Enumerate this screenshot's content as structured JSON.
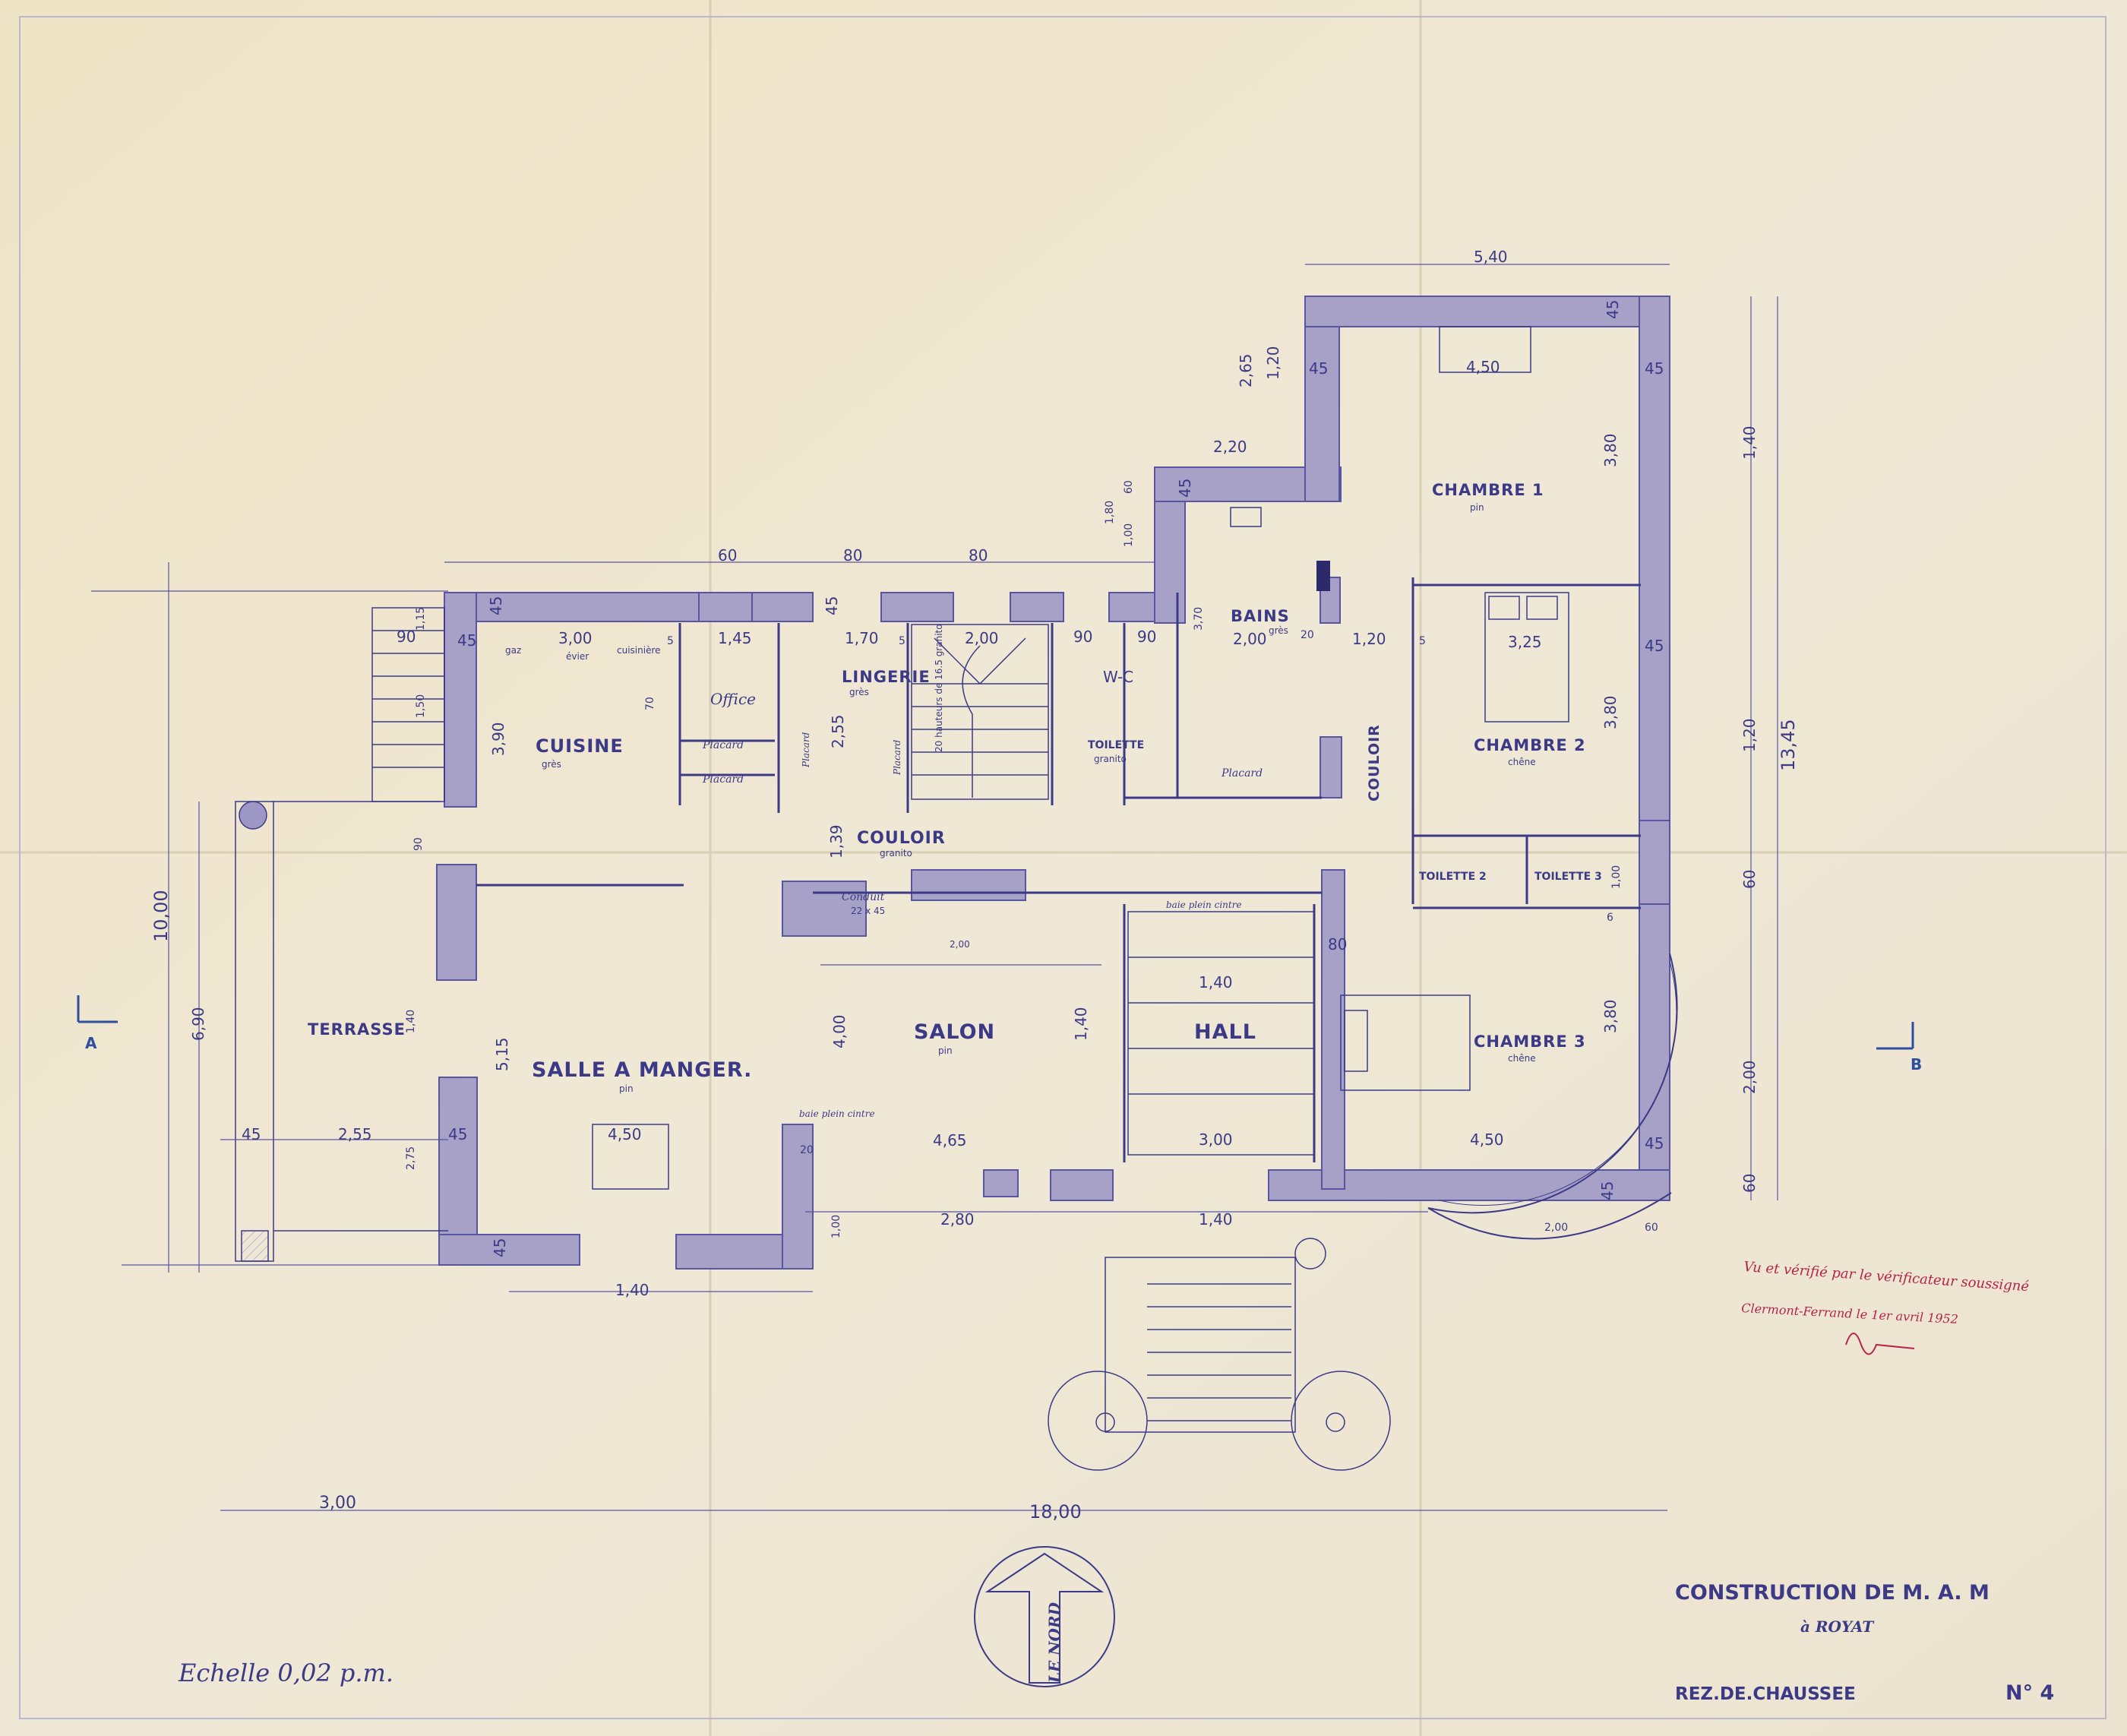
{
  "rooms": {
    "cuisine": "CUISINE",
    "cuisine_floor": "grès",
    "office": "Office",
    "placard_1": "Placard",
    "placard_2": "Placard",
    "placard_v1": "Placard",
    "placard_v2": "Placard",
    "lingerie": "LINGERIE",
    "lingerie_floor": "grès",
    "wc": "W-C",
    "toilette": "TOILETTE",
    "toilette_floor": "granito",
    "bains": "BAINS",
    "bains_floor": "grès",
    "bains_placard": "Placard",
    "chambre_1": "CHAMBRE 1",
    "chambre_1_floor": "pin",
    "chambre_2": "CHAMBRE 2",
    "chambre_2_floor": "chêne",
    "chambre_3": "CHAMBRE 3",
    "chambre_3_floor": "chêne",
    "toilette_2": "TOILETTE 2",
    "toilette_3": "TOILETTE 3",
    "couloir_main": "COULOIR",
    "couloir_main_floor": "granito",
    "couloir_vertical": "COULOIR",
    "salon": "SALON",
    "salon_floor": "pin",
    "hall": "HALL",
    "salle_a_manger": "SALLE A MANGER.",
    "salle_floor": "pin",
    "terrasse": "TERRASSE",
    "conduit": "Conduit",
    "conduit_size": "22 x 45",
    "baie_1": "baie plein cintre",
    "baie_2": "baie plein cintre",
    "kitchen_gaz": "gaz",
    "kitchen_evier": "évier",
    "kitchen_cuisiniere": "cuisinière",
    "stair_note": "20 hauteurs de 16.5 granito"
  },
  "dims": {
    "overall_width": "18,00",
    "terrace_width": "3,00",
    "left_height": "10,00",
    "left_inner": "6,90",
    "right_height": "13,45",
    "top_wing": "5,40",
    "d_2_65": "2,65",
    "d_1_20a": "1,20",
    "d_2_20": "2,20",
    "d_45a": "45",
    "d_45b": "45",
    "d_45c": "45",
    "d_45d": "45",
    "d_45e": "45",
    "d_45f": "45",
    "d_45g": "45",
    "d_45h": "45",
    "d_45i": "45",
    "d_45j": "45",
    "d_45k": "45",
    "d_45l": "45",
    "d_45m": "45",
    "d_60a": "60",
    "d_80a": "80",
    "d_80b": "80",
    "d_80c": "80",
    "d_1_80": "1,80",
    "d_1_00a": "1,00",
    "d_60b": "60",
    "d_3_00": "3,00",
    "d_1_45": "1,45",
    "d_1_70": "1,70",
    "d_2_00a": "2,00",
    "d_90a": "90",
    "d_90b": "90",
    "d_90c": "90",
    "d_90d": "90",
    "d_2_00b": "2,00",
    "d_3_70": "3,70",
    "d_1_20b": "1,20",
    "d_3_25": "3,25",
    "d_4_50a": "4,50",
    "d_3_80a": "3,80",
    "d_3_80b": "3,80",
    "d_3_80c": "3,80",
    "d_1_40a": "1,40",
    "d_1_20c": "1,20",
    "d_60c": "60",
    "d_2_00c": "2,00",
    "d_60d": "60",
    "d_3_90": "3,90",
    "d_2_55a": "2,55",
    "d_1_39": "1,39",
    "d_1_00b": "1,00",
    "d_1_40b": "1,40",
    "d_5_15": "5,15",
    "d_4_00": "4,00",
    "d_1_40c": "1,40",
    "d_4_65": "4,65",
    "d_3_00b": "3,00",
    "d_4_50b": "4,50",
    "d_4_50c": "4,50",
    "d_2_55b": "2,55",
    "d_2_75": "2,75",
    "d_1_40d": "1,40",
    "d_1_40e": "1,40",
    "d_2_80": "2,80",
    "d_1_40f": "1,40",
    "d_2_00d": "2,00",
    "d_60e": "60",
    "d_1_00c": "1,00",
    "d_2_00e": "2,00",
    "d_1_50": "1,50",
    "d_1_15": "1,15",
    "d_20a": "20",
    "d_20b": "20",
    "d_70": "70",
    "d_5a": "5",
    "d_5b": "5",
    "d_5c": "5",
    "d_6": "6"
  },
  "legend": {
    "verification_line1": "Vu et vérifié par le vérificateur soussigné",
    "verification_line2": "Clermont-Ferrand le 1er avril 1952",
    "construction": "CONSTRUCTION DE M. A. M",
    "location": "à ROYAT",
    "floor": "REZ.DE.CHAUSSEE",
    "number": "N° 4",
    "scale": "Echelle 0,02 p.m.",
    "north": "LE NORD",
    "section_a": "A",
    "section_b": "B"
  },
  "colors": {
    "paper": "#efe6cf",
    "ink": "#3c3a86",
    "wall": "#a7a1c8",
    "red_ink": "#b5244a"
  }
}
